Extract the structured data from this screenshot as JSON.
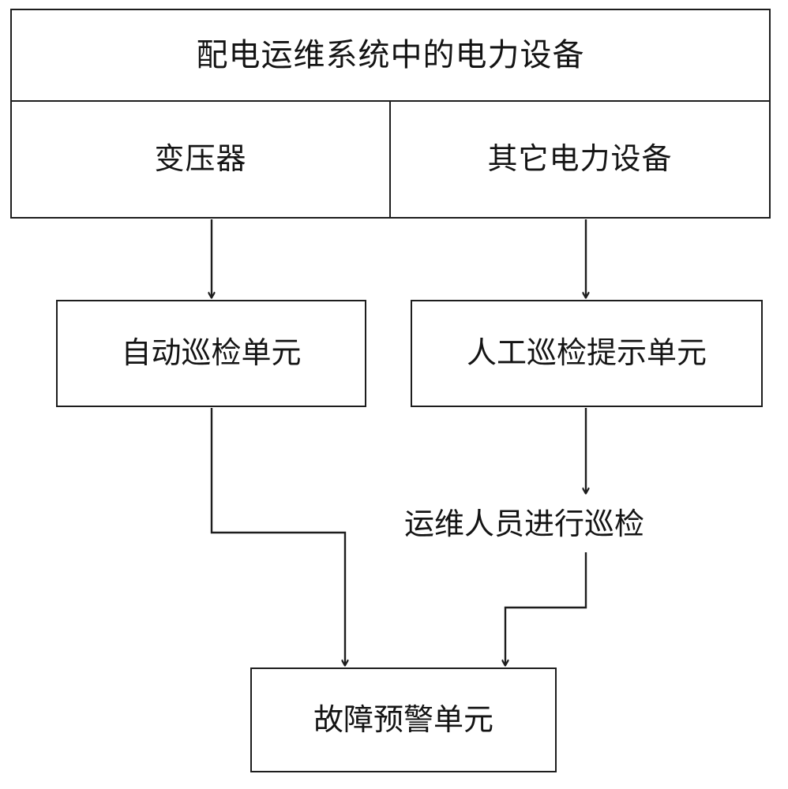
{
  "diagram": {
    "type": "flowchart",
    "title_block": {
      "title": "配电运维系统中的电力设备",
      "children": [
        {
          "label": "变压器"
        },
        {
          "label": "其它电力设备"
        }
      ]
    },
    "nodes": [
      {
        "id": "auto-inspect",
        "label": "自动巡检单元",
        "shape": "rect"
      },
      {
        "id": "manual-prompt",
        "label": "人工巡检提示单元",
        "shape": "rect"
      },
      {
        "id": "staff-inspect",
        "label": "运维人员进行巡检",
        "shape": "text"
      },
      {
        "id": "fault-alarm",
        "label": "故障预警单元",
        "shape": "rect"
      }
    ],
    "edges": [
      {
        "from": "变压器",
        "to": "自动巡检单元",
        "arrow": true
      },
      {
        "from": "其它电力设备",
        "to": "人工巡检提示单元",
        "arrow": true
      },
      {
        "from": "人工巡检提示单元",
        "to": "运维人员进行巡检",
        "arrow": true
      },
      {
        "from": "自动巡检单元",
        "to": "故障预警单元",
        "arrow": true
      },
      {
        "from": "运维人员进行巡检",
        "to": "故障预警单元",
        "arrow": true
      }
    ],
    "colors": {
      "stroke": "#1d1d1d",
      "text": "#141414",
      "background": "#ffffff"
    }
  }
}
